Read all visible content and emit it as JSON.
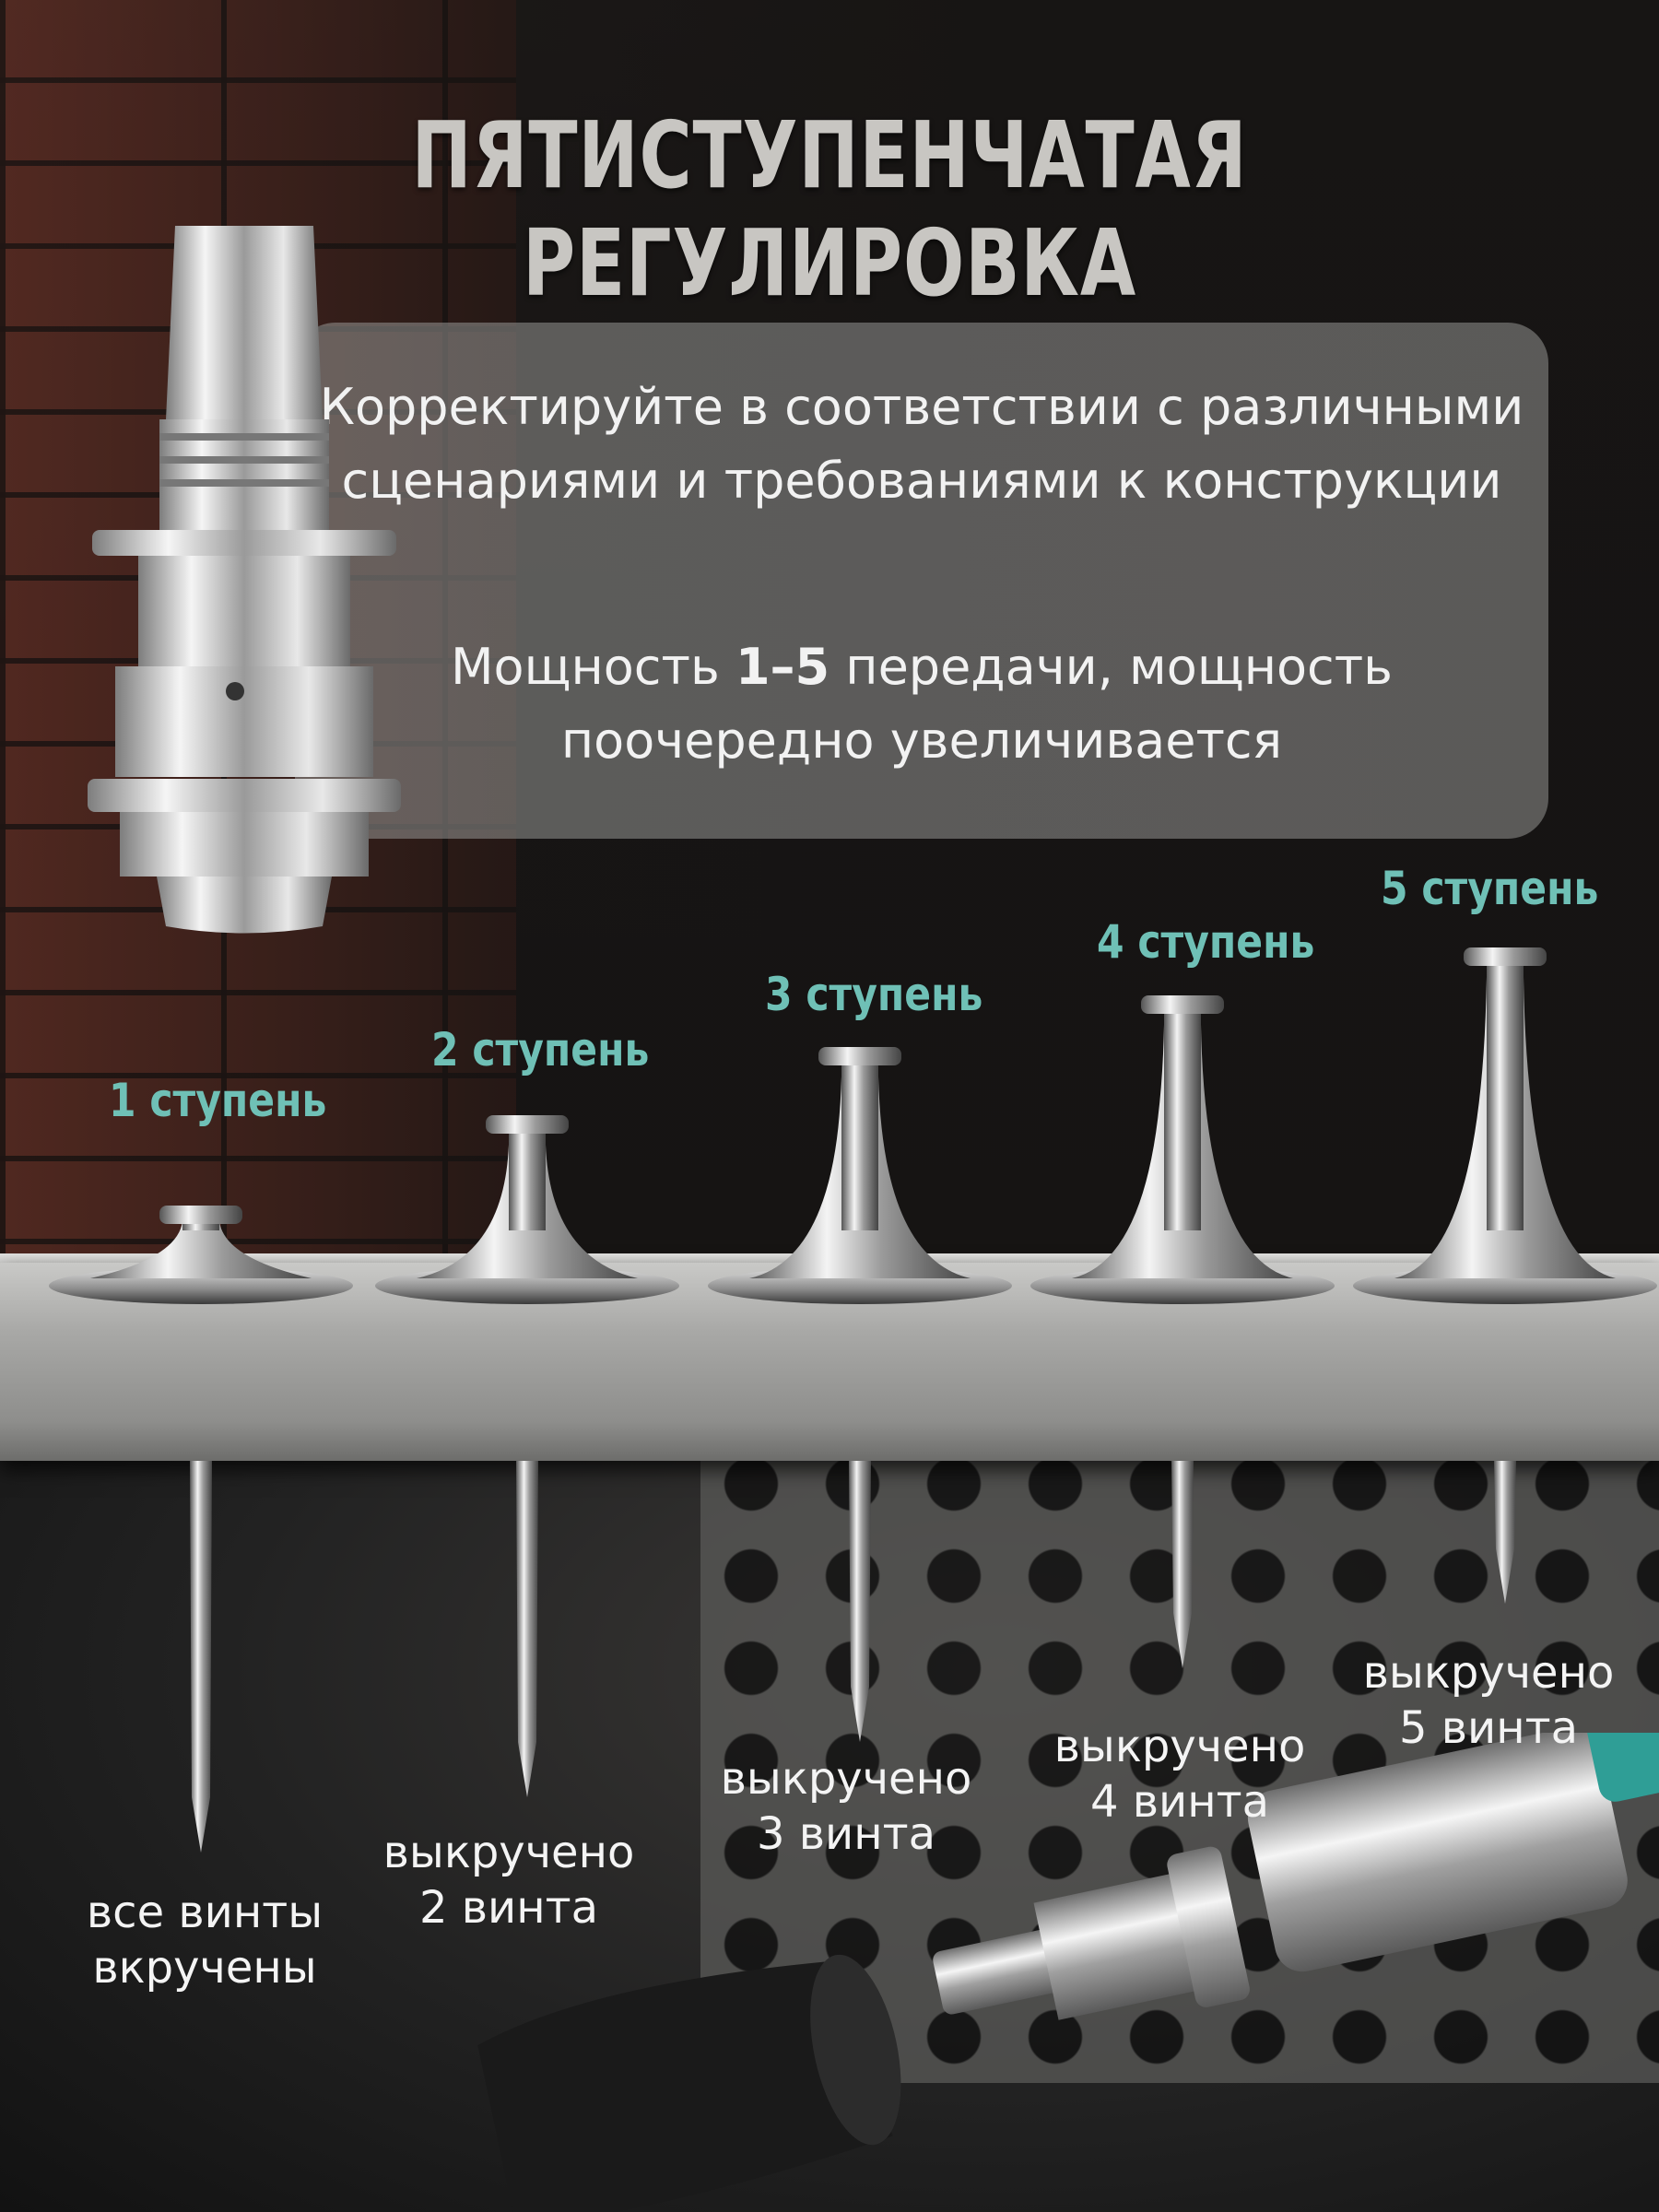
{
  "title": "ПЯТИСТУПЕНЧАТАЯ РЕГУЛИРОВКА",
  "panel": {
    "description": "Корректируйте в соответствии с различными сценариями и требованиями к конструкции",
    "power_prefix": "Мощность ",
    "power_range": "1–5",
    "power_suffix": " передачи, мощность поочередно увеличивается"
  },
  "stages": [
    {
      "label": "1 ступень",
      "screws": "все винты вкручены"
    },
    {
      "label": "2 ступень",
      "screws": "выкручено 2 винта"
    },
    {
      "label": "3 ступень",
      "screws": "выкручено 3 винта"
    },
    {
      "label": "4 ступень",
      "screws": "выкручено 4 винта"
    },
    {
      "label": "5 ступень",
      "screws": "выкручено 5 винта"
    }
  ],
  "colors": {
    "stage_label": "#6fc0b6",
    "panel_text": "#f2f2f2",
    "title": "#c8c6c2"
  }
}
